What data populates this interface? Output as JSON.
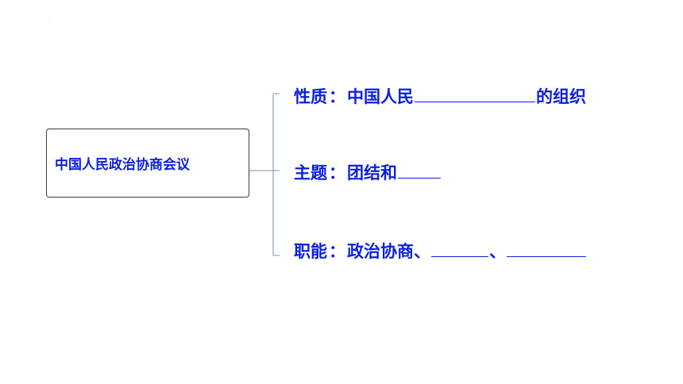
{
  "topic": {
    "title": "中国人民政治协商会议"
  },
  "items": [
    {
      "label": "性质",
      "separator": "：",
      "text_before_blank": "中国人民",
      "text_after_blank": "的组织"
    },
    {
      "label": "主题",
      "separator": "：",
      "text_before_blank": "团结和",
      "text_after_blank": ""
    },
    {
      "label": "职能",
      "separator": "：",
      "text_before_blank": "政治协商、",
      "text_middle": "、",
      "text_after_blank": ""
    }
  ],
  "colors": {
    "accent_text": "#0b1fe0",
    "bracket_line": "#7a8fb8",
    "box_border": "#3c3c3c"
  }
}
